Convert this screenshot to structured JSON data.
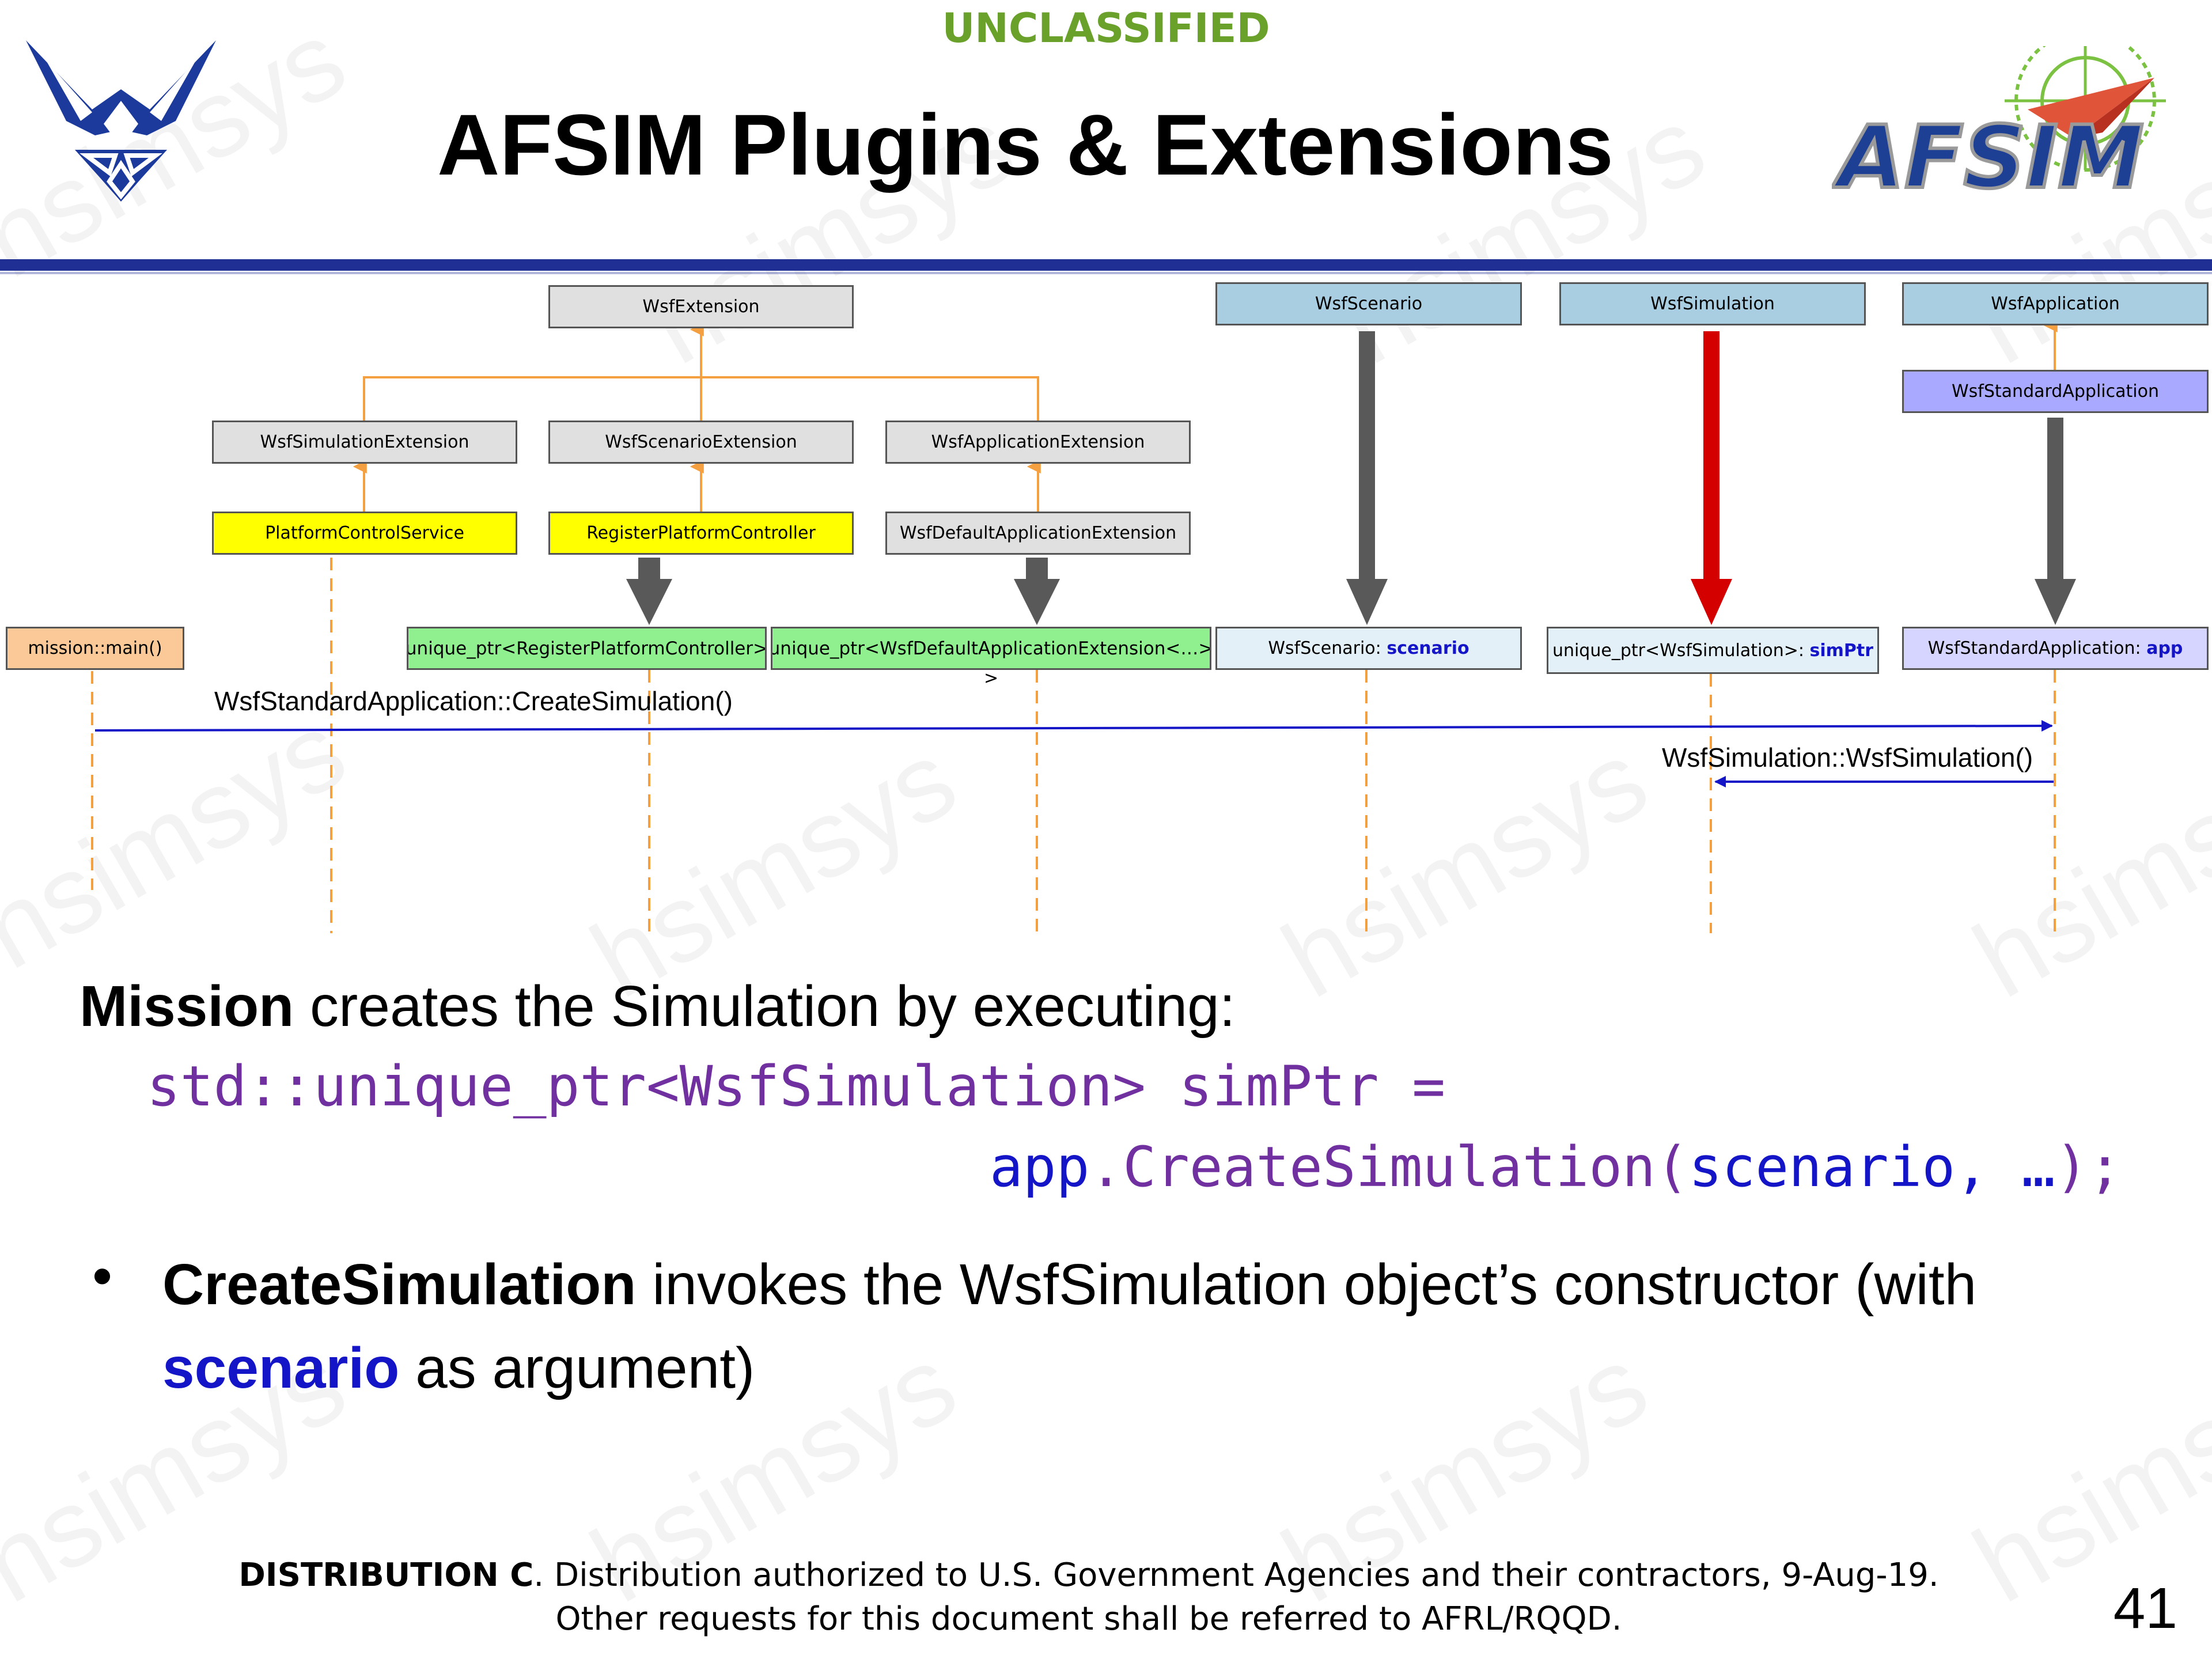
{
  "banner": "UNCLASSIFIED",
  "title": "AFSIM Plugins & Extensions",
  "watermark": "hsimsys",
  "logos": {
    "left": "us-air-force-wings-logo",
    "right": "afsim-logo",
    "afsim_text": "AFSIM"
  },
  "colors": {
    "banner": "#6aa12b",
    "rule": "#1f2f94",
    "code": "#7030a0",
    "highlight": "#1515c8",
    "lifeline": "#f4a040",
    "red_arrow": "#d40000",
    "gray_arrow": "#595959"
  },
  "diagram": {
    "wsf_extension": "WsfExtension",
    "sim_extension": "WsfSimulationExtension",
    "scenario_extension": "WsfScenarioExtension",
    "app_extension": "WsfApplicationExtension",
    "platform_control_service": "PlatformControlService",
    "register_platform_controller": "RegisterPlatformController",
    "default_app_extension": "WsfDefaultApplicationExtension",
    "wsf_scenario": "WsfScenario",
    "wsf_simulation": "WsfSimulation",
    "wsf_application": "WsfApplication",
    "wsf_standard_application": "WsfStandardApplication",
    "mission_main": "mission::main()",
    "uptr_register": "unique_ptr<RegisterPlatformController>",
    "uptr_default": "unique_ptr<WsfDefaultApplicationExtension<…>",
    "uptr_default_overflow": ">",
    "scenario_obj_type": "WsfScenario: ",
    "scenario_obj_name": "scenario",
    "simptr_type": "unique_ptr<WsfSimulation>: ",
    "simptr_name": "simPtr",
    "app_obj_type": "WsfStandardApplication: ",
    "app_obj_name": "app",
    "msg_create": "WsfStandardApplication::CreateSimulation()",
    "msg_ctor": "WsfSimulation::WsfSimulation()"
  },
  "body": {
    "mission_bold": "Mission",
    "mission_rest": " creates the Simulation by executing:",
    "code_line1": "std::unique_ptr<WsfSimulation> simPtr =",
    "code_line2_app": "app",
    "code_line2_call": ".CreateSimulation(",
    "code_line2_arg": "scenario, …",
    "code_line2_end": ");",
    "bullet": "•",
    "bullet_bold": "CreateSimulation",
    "bullet_rest1": " invokes the WsfSimulation object’s constructor (with",
    "bullet_highlight": "scenario",
    "bullet_rest2": " as argument)"
  },
  "footer": {
    "line1_bold": "DISTRIBUTION C",
    "line1_rest": ". Distribution authorized to U.S. Government Agencies and their contractors, 9-Aug-19.",
    "line2": "Other requests for this document shall be referred to AFRL/RQQD.",
    "page_number": "41"
  }
}
